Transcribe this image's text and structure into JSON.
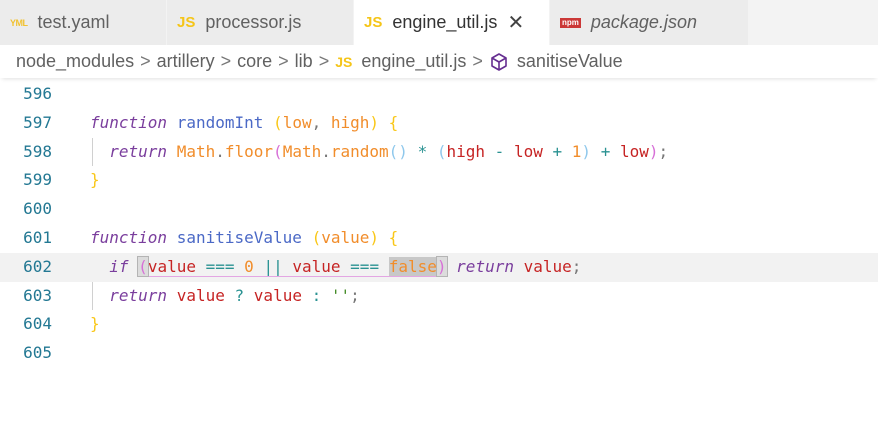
{
  "tabs": [
    {
      "label": "test.yaml",
      "icon": "yaml-file-icon",
      "icon_text": "YML",
      "active": false,
      "italic": false
    },
    {
      "label": "processor.js",
      "icon": "js-file-icon",
      "icon_text": "JS",
      "active": false,
      "italic": false
    },
    {
      "label": "engine_util.js",
      "icon": "js-file-icon",
      "icon_text": "JS",
      "active": true,
      "italic": false,
      "close": "✕"
    },
    {
      "label": "package.json",
      "icon": "npm-file-icon",
      "icon_text": "npm",
      "active": false,
      "italic": true
    }
  ],
  "breadcrumb": {
    "items": [
      "node_modules",
      "artillery",
      "core",
      "lib",
      "engine_util.js",
      "sanitiseValue"
    ],
    "separator": ">",
    "file_icon_text": "JS"
  },
  "editor": {
    "line_numbers": [
      "596",
      "597",
      "598",
      "599",
      "600",
      "601",
      "602",
      "603",
      "604",
      "605"
    ],
    "tokens": {
      "function_kw": "function",
      "fn_randomInt": "randomInt",
      "fn_sanitise": "sanitiseValue",
      "low": "low",
      "high": "high",
      "value": "value",
      "return_kw": "return",
      "if_kw": "if",
      "math": "Math",
      "floor": "floor",
      "random": "random",
      "one": "1",
      "zero": "0",
      "false_kw": "false",
      "empty_str": "''"
    },
    "current_line": "602"
  },
  "colors": {
    "line_number": "#237893",
    "keyword": "#7a3e9d",
    "function_name": "#4b69c6",
    "parameter": "#f18d2b",
    "variable": "#c62424",
    "operator": "#2a9292",
    "brace": "#f9c718"
  }
}
